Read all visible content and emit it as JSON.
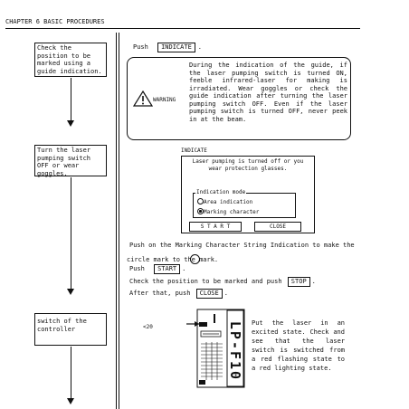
{
  "header": {
    "chapter_title": "CHAPTER 6  BASIC PROCEDURES"
  },
  "steps": [
    {
      "label": "Check the position to be marked using a guide indication."
    },
    {
      "label": "Turn the laser pumping switch OFF or wear goggles."
    },
    {
      "label": "switch of the controller"
    }
  ],
  "step1": {
    "push_prefix": "Push",
    "button": "INDICATE",
    "push_suffix": ".",
    "warning_label": "WARNING",
    "warning_text": "During the indication of the guide, if the laser pumping switch is turned ON, feeble infrared-laser for making is irradiated. Wear goggles or check the guide indication after turning the laser pumping switch OFF. Even if the laser pumping switch is turned OFF, never peek in at the beam."
  },
  "dialog": {
    "caption": "INDICATE",
    "message": "Laser pumping is turned off or you wear protection glasses.",
    "mode_title": "Indication mode",
    "option_area": "Area indication",
    "option_marking": "Marking character",
    "start_button": "S T A R T",
    "close_button": "CLOSE"
  },
  "step2": {
    "line1": "Push on the Marking Character String Indication to make the",
    "line2": "circle mark to the mark.",
    "push_prefix": "Push",
    "start_button": "START",
    "push_suffix": ".",
    "check_text": "Check the position to be marked and push",
    "stop_button": "STOP",
    "after_text": "After that, push",
    "close_button": "CLOSE"
  },
  "step3": {
    "figure_label": "<20",
    "device_text": "LP-F10",
    "description": "Put the laser in an excited state. Check and see that the laser switch is switched from a red flashing state to a red lighting state."
  }
}
